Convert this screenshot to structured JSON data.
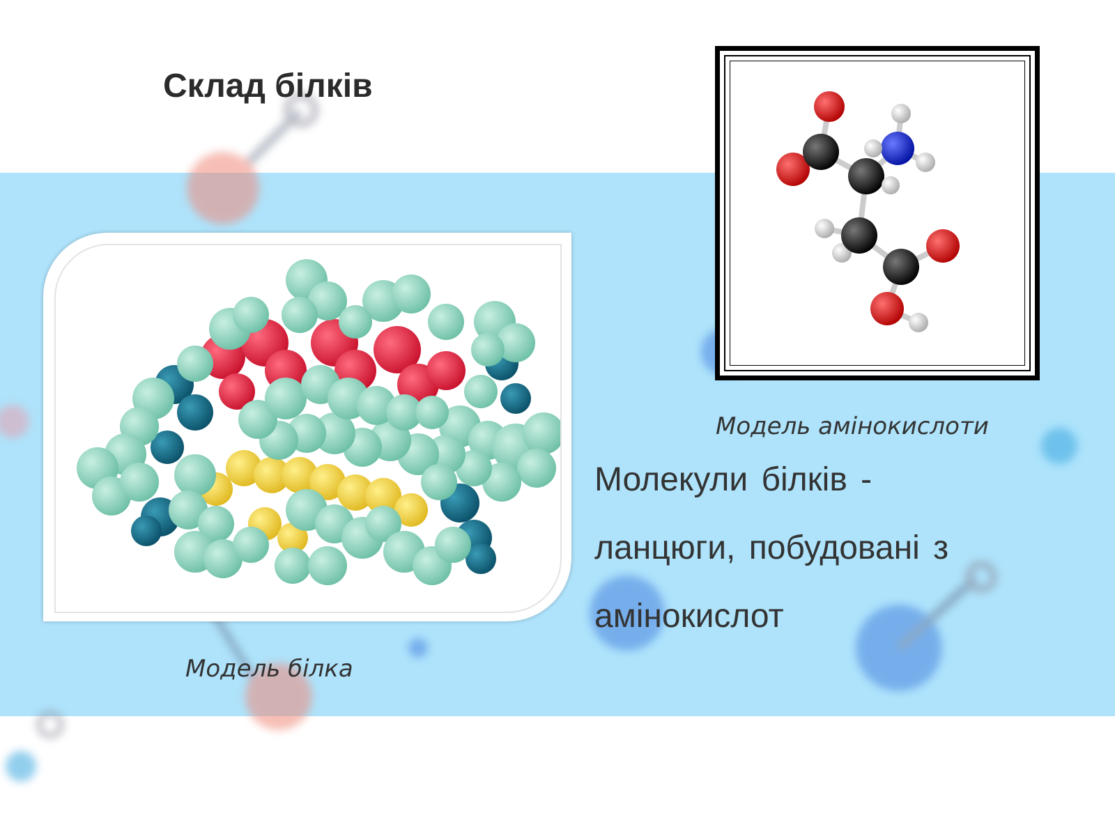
{
  "slide": {
    "title": "Склад білків",
    "body_text_lines": [
      "Молекули білків -",
      "ланцюги, побудовані з",
      "амінокислот"
    ],
    "captions": {
      "protein": "Модель білка",
      "amino_acid": "Модель амінокислоти"
    }
  },
  "colors": {
    "band": "#aee3fb",
    "title_text": "#2b2b2b",
    "body_text": "#333333",
    "protein_green": "#8fd3bd",
    "protein_red": "#e8233f",
    "protein_yellow": "#f2d13a",
    "protein_teal": "#0f6b86",
    "atom_oxygen": "#d01010",
    "atom_nitrogen": "#1020d0",
    "atom_carbon": "#111111",
    "atom_hydrogen": "#e8e8e8"
  },
  "icons": [
    "molecule-decoration-icon"
  ]
}
